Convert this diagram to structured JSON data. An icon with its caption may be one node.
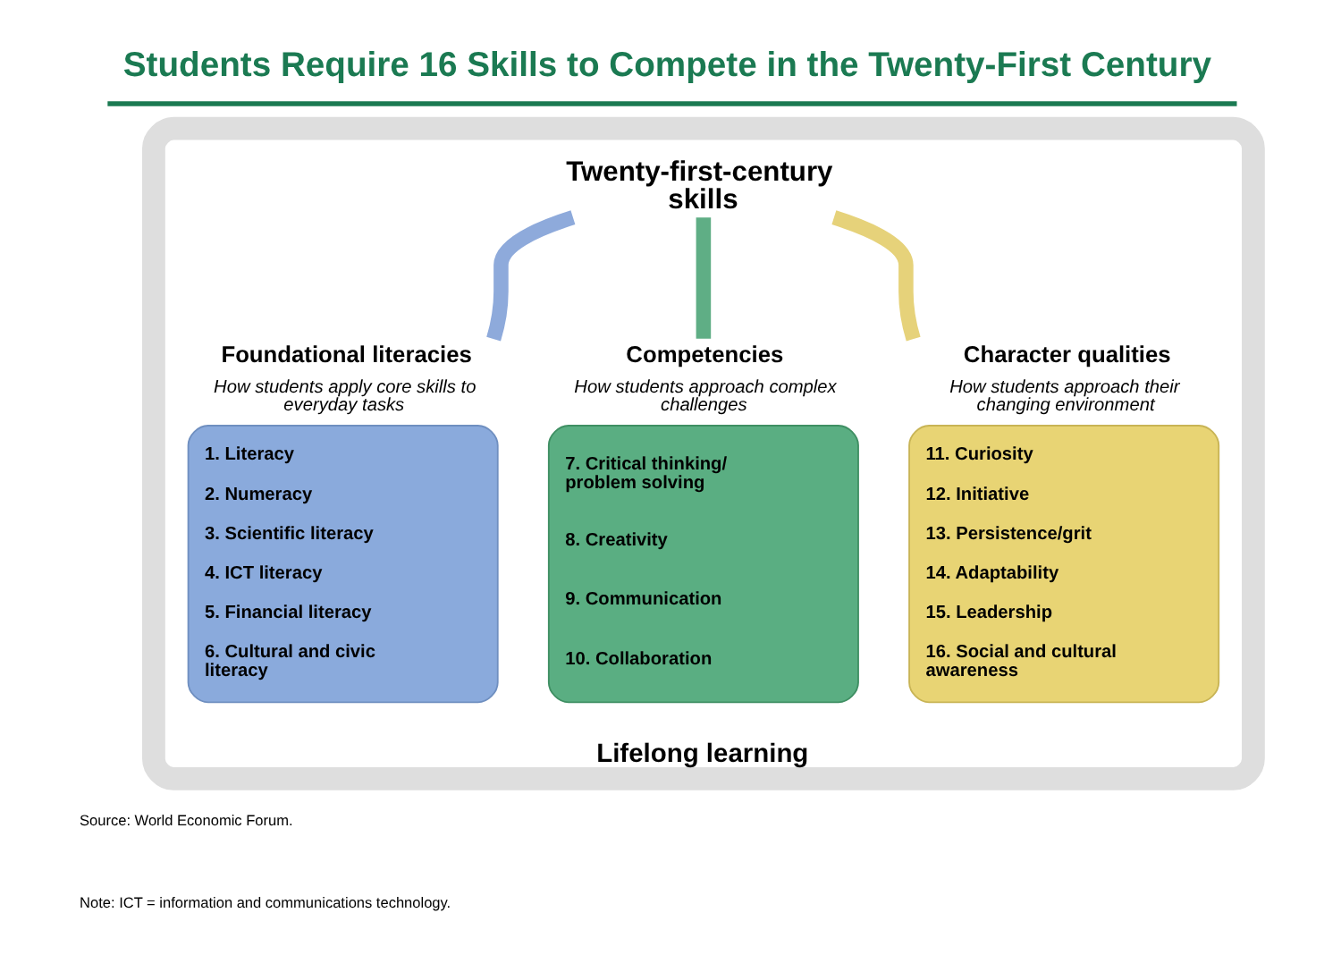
{
  "diagram": {
    "title": "Students Require 16 Skills to Compete in the Twenty-First Century",
    "nodes": [
      {
        "text": [
          "Lifelong learning"
        ]
      },
      {
        "text": [
          "Twenty-first-century skills"
        ],
        "in": 0
      },
      {
        "text": [
          "Foundational literacies",
          "How students apply core skills to everyday tasks",
          "1. Literacy",
          "2. Numeracy",
          "3. Scientific literacy",
          "4. ICT literacy",
          "5. Financial literacy",
          "6. Cultural and civic literacy"
        ],
        "in": 0
      },
      {
        "text": [
          "Competencies",
          "How students approach complex challenges",
          "7. Critical thinking/ problem solving",
          "8. Creativity",
          "9. Communication",
          "10. Collaboration"
        ],
        "in": 0
      },
      {
        "text": [
          "Character qualities",
          "How students approach their changing environment",
          "11. Curiosity",
          "12. Initiative",
          "13. Persistence/grit",
          "14. Adaptability",
          "15. Leadership",
          "16. Social and cultural awareness"
        ],
        "in": 0
      }
    ],
    "edges": [
      {
        "from": 1,
        "to": 2,
        "arrow": "none",
        "color": "#8eaadb"
      },
      {
        "from": 1,
        "to": 3,
        "arrow": "none",
        "color": "#5fae85"
      },
      {
        "from": 1,
        "to": 4,
        "arrow": "none",
        "color": "#e6d27a"
      }
    ],
    "labels": [
      "Source: World Economic Forum.",
      "Note: ICT = information and communications technology."
    ]
  }
}
